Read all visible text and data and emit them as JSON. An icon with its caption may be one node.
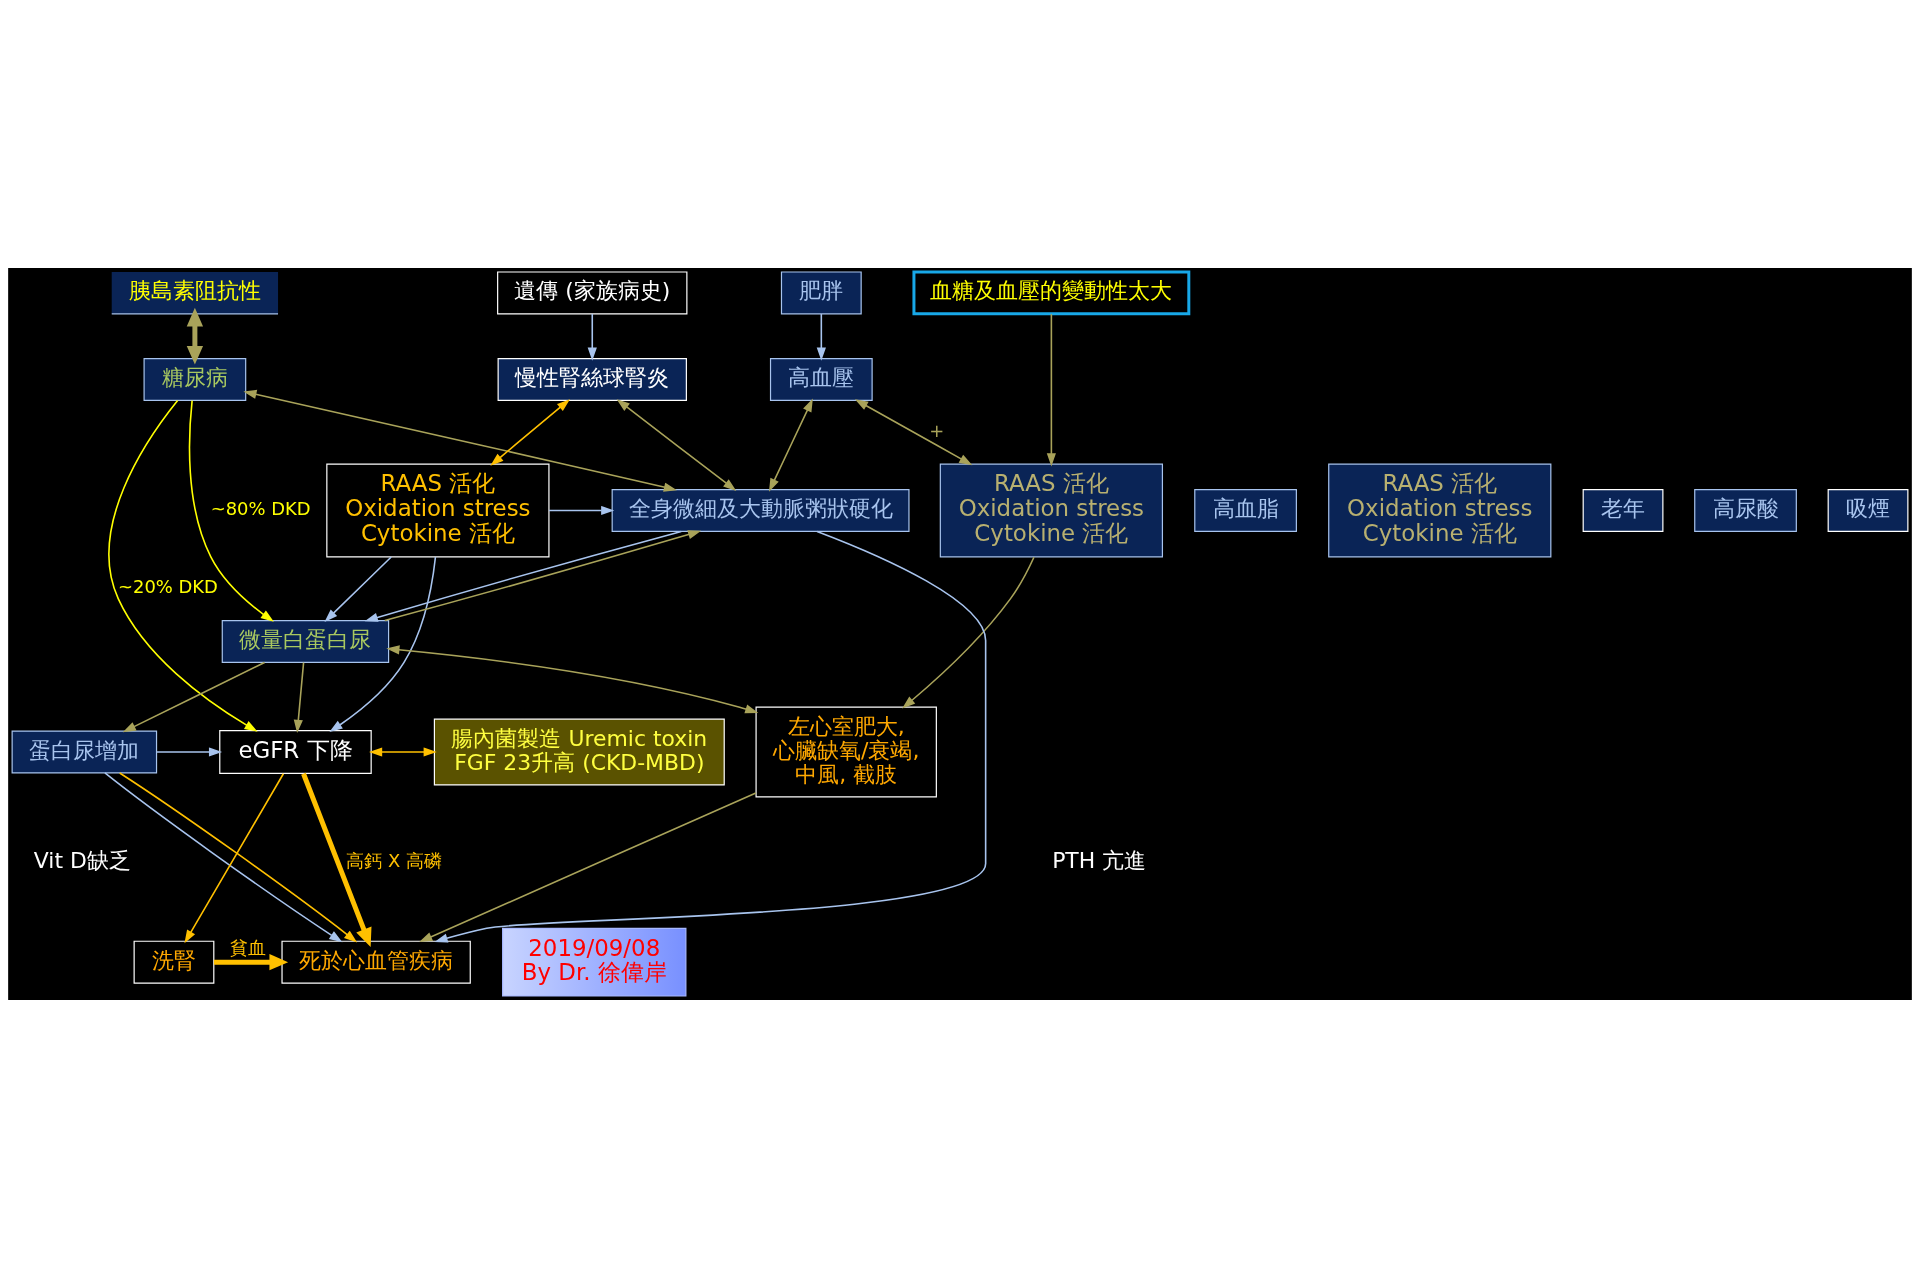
{
  "diagram": {
    "nodes": [
      {
        "text": [
          "血糖及血壓的變動性太大"
        ]
      },
      {
        "text": [
          "肥胖"
        ]
      },
      {
        "text": [
          "胰島素阻抗性"
        ]
      },
      {
        "text": [
          "遺傳 (家族病史)"
        ]
      },
      {
        "text": [
          "高血壓"
        ]
      },
      {
        "text": [
          "糖尿病"
        ]
      },
      {
        "text": [
          "慢性腎絲球腎炎"
        ]
      },
      {
        "text": [
          "RAAS 活化",
          "Oxidation stress",
          "Cytokine 活化"
        ]
      },
      {
        "text": [
          "高血脂"
        ]
      },
      {
        "text": [
          "RAAS 活化",
          "Oxidation stress",
          "Cytokine 活化"
        ]
      },
      {
        "text": [
          "老年"
        ]
      },
      {
        "text": [
          "高尿酸"
        ]
      },
      {
        "text": [
          "吸煙"
        ]
      },
      {
        "text": [
          "全身微細及大動脈粥狀硬化"
        ]
      },
      {
        "text": [
          "RAAS 活化",
          "Oxidation stress",
          "Cytokine 活化"
        ]
      },
      {
        "text": [
          "微量白蛋白尿"
        ]
      },
      {
        "text": [
          "左心室肥大,",
          "心臟缺氧/衰竭,",
          "中風, 截肢"
        ]
      },
      {
        "text": [
          "蛋白尿增加"
        ]
      },
      {
        "text": [
          "eGFR 下降"
        ]
      },
      {
        "text": [
          "腸內菌製造 Uremic toxin",
          "FGF 23升高 (CKD-MBD)"
        ]
      },
      {
        "text": [
          "死於心血管疾病"
        ]
      },
      {
        "text": [
          "洗腎"
        ]
      },
      {
        "text": [
          "2019/09/08",
          "By Dr. 徐偉岸"
        ]
      }
    ],
    "edges": [
      {
        "from": 0,
        "to": 7,
        "arrow": "to",
        "color": "#a9a35a"
      },
      {
        "from": 4,
        "to": 7,
        "arrow": "both",
        "label": "+",
        "color": "#a9a35a"
      },
      {
        "from": 1,
        "to": 4,
        "arrow": "to",
        "color": "#a8c4ee"
      },
      {
        "from": 3,
        "to": 6,
        "arrow": "to",
        "color": "#a8c4ee"
      },
      {
        "from": 2,
        "to": 5,
        "arrow": "both",
        "style": "thick",
        "color": "#a9a35a"
      },
      {
        "from": 4,
        "to": 13,
        "arrow": "both",
        "color": "#a9a35a"
      },
      {
        "from": 5,
        "to": 13,
        "arrow": "both",
        "color": "#a9a35a"
      },
      {
        "from": 6,
        "to": 13,
        "arrow": "both",
        "color": "#a9a35a"
      },
      {
        "from": 5,
        "to": 15,
        "arrow": "to",
        "label": "~80% DKD",
        "color": "#ffff00"
      },
      {
        "from": 5,
        "to": 18,
        "arrow": "to",
        "label": "~20% DKD",
        "color": "#ffff00"
      },
      {
        "from": 6,
        "to": 14,
        "arrow": "both",
        "color": "#ffc000"
      },
      {
        "from": 7,
        "to": 16,
        "arrow": "to",
        "color": "#a9a35a"
      },
      {
        "from": 13,
        "to": 20,
        "arrow": "to",
        "color": "#a8c4ee"
      },
      {
        "from": 16,
        "to": 20,
        "arrow": "to",
        "color": "#a9a35a"
      },
      {
        "from": 17,
        "to": 20,
        "arrow": "to",
        "color": "#a8c4ee"
      },
      {
        "from": 17,
        "to": 20,
        "arrow": "to",
        "color": "#ffc000"
      },
      {
        "from": 15,
        "to": 13,
        "arrow": "to",
        "color": "#a9a35a"
      },
      {
        "from": 13,
        "to": 15,
        "arrow": "to",
        "color": "#a8c4ee"
      },
      {
        "from": 14,
        "to": 15,
        "arrow": "to",
        "color": "#a8c4ee"
      },
      {
        "from": 14,
        "to": 13,
        "arrow": "to",
        "color": "#a8c4ee"
      },
      {
        "from": 14,
        "to": 18,
        "arrow": "to",
        "color": "#a8c4ee"
      },
      {
        "from": 16,
        "to": 15,
        "arrow": "both",
        "color": "#a9a35a"
      },
      {
        "from": 15,
        "to": 17,
        "arrow": "to",
        "color": "#a9a35a"
      },
      {
        "from": 15,
        "to": 18,
        "arrow": "to",
        "color": "#a9a35a"
      },
      {
        "from": 17,
        "to": 18,
        "arrow": "to",
        "color": "#a8c4ee"
      },
      {
        "from": 18,
        "to": 19,
        "arrow": "both",
        "color": "#ffc000"
      },
      {
        "from": 18,
        "to": 20,
        "arrow": "to",
        "label": "高鈣 X 高磷",
        "style": "thick",
        "color": "#ffc000"
      },
      {
        "from": 18,
        "to": 21,
        "arrow": "to",
        "color": "#ffc000"
      },
      {
        "from": 21,
        "to": 20,
        "arrow": "to",
        "label": "貧血",
        "style": "thick",
        "color": "#ffc000"
      }
    ],
    "labels": [
      "Vit D缺乏",
      "PTH 亢進"
    ]
  }
}
